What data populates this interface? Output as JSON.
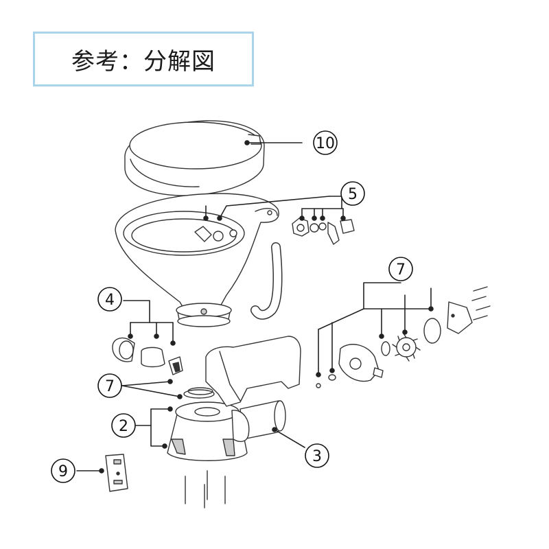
{
  "title": "参考：分解図",
  "colors": {
    "title_border": "#a9d4ea",
    "line": "#333333",
    "fill": "#ffffff",
    "shade": "#e6e6e6"
  },
  "callouts": [
    {
      "id": "10",
      "label": "10"
    },
    {
      "id": "5",
      "label": "5"
    },
    {
      "id": "7a",
      "label": "7"
    },
    {
      "id": "4",
      "label": "4"
    },
    {
      "id": "7b",
      "label": "7"
    },
    {
      "id": "2",
      "label": "2"
    },
    {
      "id": "3",
      "label": "3"
    },
    {
      "id": "9",
      "label": "9"
    }
  ]
}
